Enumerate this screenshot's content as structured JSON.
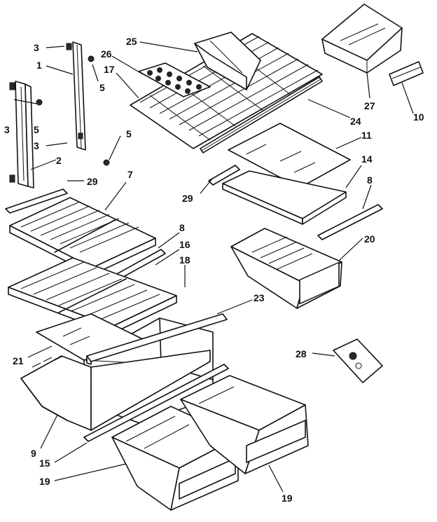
{
  "diagram": {
    "labels": {
      "l3a": "3",
      "l1": "1",
      "l26": "26",
      "l17": "17",
      "l25": "25",
      "l5a": "5",
      "l3b": "3",
      "l5b": "5",
      "l3c": "3",
      "l5c": "5",
      "l2": "2",
      "l29a": "29",
      "l7": "7",
      "l27": "27",
      "l10": "10",
      "l24": "24",
      "l11": "11",
      "l14": "14",
      "l29b": "29",
      "l8a": "8",
      "l8b": "8",
      "l16": "16",
      "l18": "18",
      "l20": "20",
      "l23": "23",
      "l21": "21",
      "l28": "28",
      "l9": "9",
      "l15": "15",
      "l19a": "19",
      "l19b": "19"
    }
  }
}
